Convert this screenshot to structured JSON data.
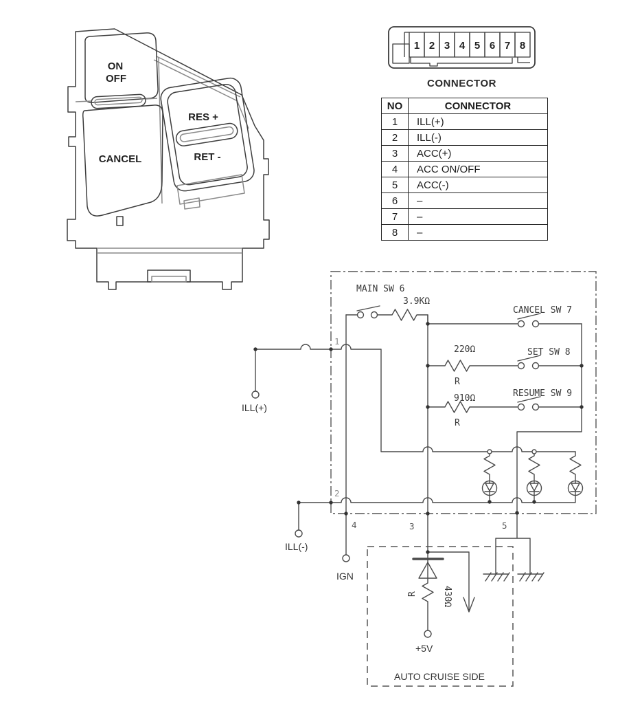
{
  "switch_assembly": {
    "on": "ON",
    "off": "OFF",
    "cancel": "CANCEL",
    "res": "RES +",
    "ret": "RET -"
  },
  "connector": {
    "caption": "CONNECTOR",
    "pins": [
      "1",
      "2",
      "3",
      "4",
      "5",
      "6",
      "7",
      "8"
    ]
  },
  "pin_table": {
    "headers": [
      "NO",
      "CONNECTOR"
    ],
    "rows": [
      {
        "no": "1",
        "label": "ILL(+)"
      },
      {
        "no": "2",
        "label": "ILL(-)"
      },
      {
        "no": "3",
        "label": "ACC(+)"
      },
      {
        "no": "4",
        "label": "ACC ON/OFF"
      },
      {
        "no": "5",
        "label": "ACC(-)"
      },
      {
        "no": "6",
        "label": "–"
      },
      {
        "no": "7",
        "label": "–"
      },
      {
        "no": "8",
        "label": "–"
      }
    ]
  },
  "circuit": {
    "main_switch": "MAIN SW 6",
    "main_resistor": "3.9KΩ",
    "cancel_switch": "CANCEL SW 7",
    "set_resistor": "220Ω",
    "set_resistor_sub": "R",
    "set_switch": "SET SW 8",
    "resume_resistor": "910Ω",
    "resume_resistor_sub": "R",
    "resume_switch": "RESUME SW 9",
    "pullup_resistor": "430Ω",
    "pullup_resistor_sub": "R",
    "pin1": "1",
    "pin2": "2",
    "pin3": "3",
    "pin4": "4",
    "pin5": "5",
    "terminal_ill_plus": "ILL(+)",
    "terminal_ill_minus": "ILL(-)",
    "terminal_ign": "IGN",
    "terminal_5v": "+5V",
    "box_label": "AUTO CRUISE SIDE"
  },
  "colors": {
    "line": "#4a4a4a",
    "text": "#2a2a2a"
  }
}
